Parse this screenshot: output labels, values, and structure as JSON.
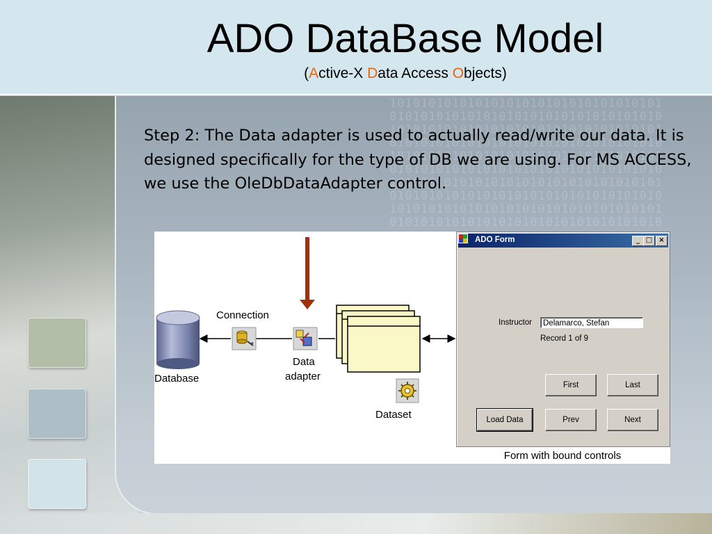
{
  "slide": {
    "title": "ADO DataBase Model",
    "subtitle": {
      "open": "(",
      "a": "A",
      "rest1": "ctive-X ",
      "d": "D",
      "rest2": "ata Access ",
      "o": "O",
      "rest3": "bjects)"
    },
    "body": "Step 2: The Data adapter is used to actually read/write our data. It is designed specifically for the type of DB we are using. For MS ACCESS, we use the OleDbDataAdapter control.",
    "colors": {
      "highlight": "#e8650c",
      "arrow": "#a0300e",
      "header_bg": "#d4e6ee"
    }
  },
  "diagram": {
    "labels": {
      "connection": "Connection",
      "database": "Database",
      "data_adapter_1": "Data",
      "data_adapter_2": "adapter",
      "dataset": "Dataset",
      "caption": "Form with bound controls"
    },
    "form": {
      "window_title": "ADO Form",
      "minimize": "_",
      "maximize": "□",
      "close": "×",
      "instructor_label": "Instructor",
      "instructor_value": "Delamarco, Stefan",
      "record_text": "Record 1 of 9",
      "buttons": {
        "first": "First",
        "last": "Last",
        "load": "Load Data",
        "prev": "Prev",
        "next": "Next"
      }
    }
  }
}
